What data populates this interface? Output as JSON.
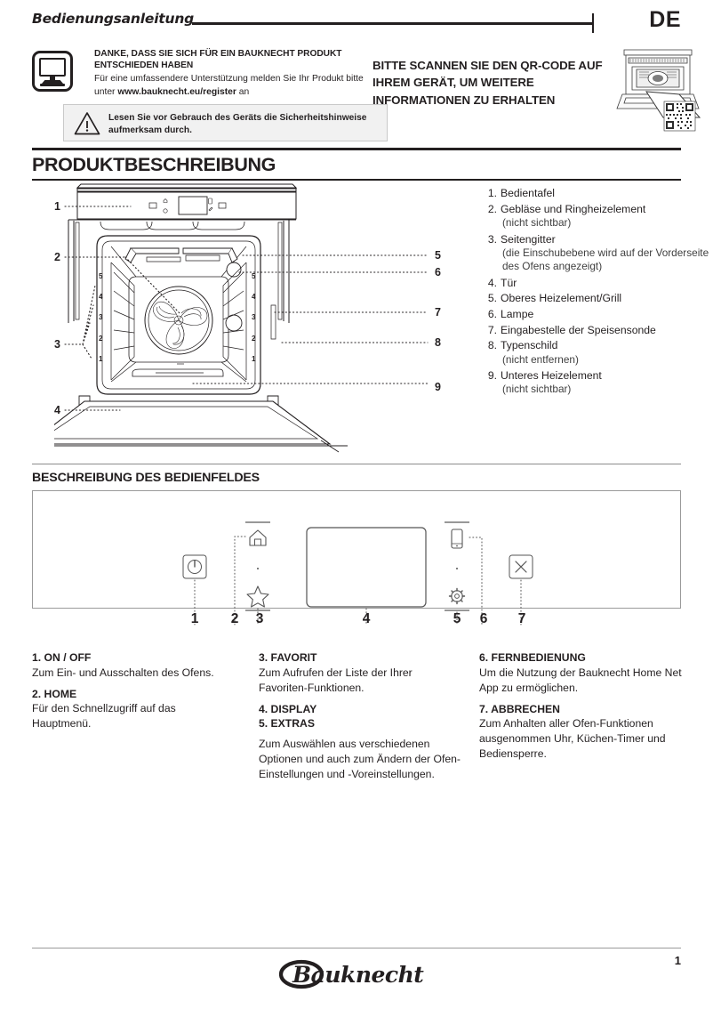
{
  "header": {
    "title": "Bedienungsanleitung",
    "language": "DE"
  },
  "thanks": {
    "icon": "monitor-icon",
    "title": "DANKE, DASS SIE SICH FÜR EIN BAUKNECHT PRODUKT ENTSCHIEDEN HABEN",
    "body_before": "Für eine umfassendere Unterstützung melden Sie Ihr Produkt bitte unter ",
    "link": "www.bauknecht.eu/register",
    "body_after": " an"
  },
  "warning": {
    "icon": "warning-triangle-icon",
    "text": "Lesen Sie vor Gebrauch des Geräts die Sicherheitshinweise aufmerksam durch."
  },
  "qr": {
    "text": "BITTE SCANNEN SIE DEN QR-CODE AUF IHREM GERÄT, UM WEITERE INFORMATIONEN ZU ERHALTEN",
    "image_name": "oven-qr-code-illustration"
  },
  "product_section": {
    "title": "PRODUKTBESCHREIBUNG",
    "diagram_name": "oven-front-cutaway-diagram",
    "callouts_left": [
      "1",
      "2",
      "3",
      "4"
    ],
    "callouts_right": [
      "5",
      "6",
      "7",
      "8",
      "9"
    ],
    "rack_levels": [
      "5",
      "4",
      "3",
      "2",
      "1"
    ],
    "parts": [
      {
        "num": "1.",
        "label": "Bedientafel",
        "sub": ""
      },
      {
        "num": "2.",
        "label": "Gebläse und Ringheizelement",
        "sub": "(nicht sichtbar)"
      },
      {
        "num": "3.",
        "label": "Seitengitter",
        "sub": "(die Einschubebene wird auf der Vorderseite des Ofens angezeigt)"
      },
      {
        "num": "4.",
        "label": "Tür",
        "sub": ""
      },
      {
        "num": "5.",
        "label": "Oberes Heizelement/Grill",
        "sub": ""
      },
      {
        "num": "6.",
        "label": "Lampe",
        "sub": ""
      },
      {
        "num": "7.",
        "label": "Eingabestelle der Speisensonde",
        "sub": ""
      },
      {
        "num": "8.",
        "label": "Typenschild",
        "sub": "(nicht entfernen)"
      },
      {
        "num": "9.",
        "label": "Unteres Heizelement",
        "sub": "(nicht sichtbar)"
      }
    ]
  },
  "panel_section": {
    "title": "BESCHREIBUNG DES BEDIENFELDES",
    "diagram_name": "control-panel-diagram",
    "icons": [
      {
        "key": "power-icon",
        "num": "1"
      },
      {
        "key": "home-icon",
        "num": "2"
      },
      {
        "key": "star-icon",
        "num": "3"
      },
      {
        "key": "display-screen",
        "num": "4"
      },
      {
        "key": "phone-icon",
        "num": "5"
      },
      {
        "key": "gear-icon",
        "num": "6"
      },
      {
        "key": "close-x-icon",
        "num": "7"
      }
    ],
    "numbers": [
      "1",
      "2",
      "3",
      "4",
      "5",
      "6",
      "7"
    ],
    "descriptions": [
      {
        "head": "1. ON / OFF",
        "body": "Zum Ein- und Ausschalten des Ofens."
      },
      {
        "head": "2. HOME",
        "body": "Für den Schnellzugriff auf das Hauptmenü."
      },
      {
        "head": "3. FAVORIT",
        "body": "Zum Aufrufen der Liste der Ihrer Favoriten-Funktionen."
      },
      {
        "head": "4. DISPLAY",
        "body": ""
      },
      {
        "head": "5. EXTRAS",
        "body": "Zum Auswählen aus verschiedenen Optionen und auch zum Ändern der Ofen-Einstellungen und -Voreinstellungen."
      },
      {
        "head": "6. FERNBEDIENUNG",
        "body": "Um die Nutzung der Bauknecht Home Net App zu ermöglichen."
      },
      {
        "head": "7. ABBRECHEN",
        "body": "Zum Anhalten aller Ofen-Funktionen ausgenommen Uhr, Küchen-Timer und Bediensperre."
      }
    ]
  },
  "footer": {
    "brand": "Bauknecht",
    "page_number": "1"
  },
  "colors": {
    "ink": "#231f20",
    "rule": "#9a9a9a",
    "warn_bg": "#f1f1f1"
  }
}
